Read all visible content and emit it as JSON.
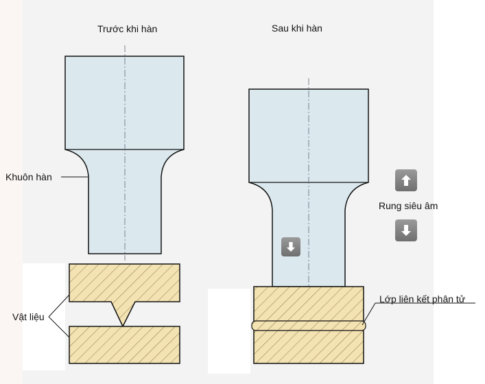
{
  "titles": {
    "before": "Trước khi hàn",
    "after": "Sau khi hàn"
  },
  "labels": {
    "horn": "Khuôn hàn",
    "material": "Vật liệu",
    "vibration": "Rung siêu âm",
    "bond_layer": "Lớp liên kết phân tử"
  },
  "icons": {
    "up": "arrow-up-icon",
    "down": "arrow-down-icon"
  },
  "colors": {
    "horn_fill": "#dbe9ef",
    "material_fill": "#f3e2b2",
    "hatch": "#8a7746",
    "outline": "#111111"
  }
}
